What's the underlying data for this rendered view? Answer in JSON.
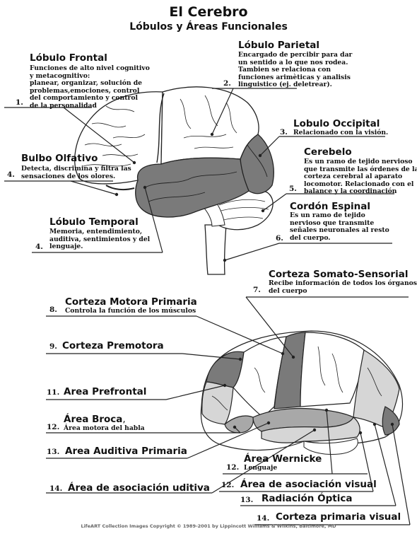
{
  "title": "El Cerebro",
  "subtitle": "Lóbulos y Áreas Funcionales",
  "top_labels": [
    {
      "num": "1.",
      "name": "Lóbulo Frontal",
      "desc": [
        "Funciones de alto nivel cognitivo",
        "y metacognitivo:",
        "planear, organizar, solución de",
        "problemas,emociones, control",
        "del comportamiento y control",
        "de la personalidad"
      ]
    },
    {
      "num": "2.",
      "name": "Lóbulo Parietal",
      "desc": [
        "Encargado de percibir para dar",
        "un sentido a lo que nos rodea.",
        "Tambien se relaciona con",
        "funciones arimèticas y analisis",
        "linguistico (ej. deletrear)."
      ]
    },
    {
      "num": "3.",
      "name": "Lobulo Occipital",
      "desc": [
        "Relacionado con la visión."
      ]
    },
    {
      "num": "4.",
      "name": "Bulbo Olfativo",
      "desc": [
        "Detecta, discrimina y filtra las",
        "sensaciones de los olores."
      ]
    },
    {
      "num": "5.",
      "name": "Cerebelo",
      "desc": [
        "Es un ramo de tejido nervioso",
        "que transmite las órdenes de la",
        "corteza cerebral al aparato",
        "locomotor. Relacionado con el",
        "balance y la coordinación"
      ]
    },
    {
      "num": "4.",
      "name": "Lóbulo Temporal",
      "desc": [
        "Memoria, entendimiento,",
        "auditiva, sentimientos y del",
        "lenguaje."
      ]
    },
    {
      "num": "6.",
      "name": "Cordón Espinal",
      "desc": [
        "Es un ramo de tejido",
        "nervioso que transmite",
        "señales neuronales al resto",
        "del cuerpo."
      ]
    }
  ],
  "bottom_labels": [
    {
      "num": "7.",
      "name": "Corteza Somato-Sensorial",
      "desc": [
        "Recibe información de todos los órganos",
        "del cuerpo"
      ]
    },
    {
      "num": "8.",
      "name": "Corteza Motora Primaria",
      "desc": [
        "Controla la función de los músculos"
      ]
    },
    {
      "num": "9.",
      "name": "Corteza Premotora"
    },
    {
      "num": "11.",
      "name": "Area Prefrontal"
    },
    {
      "num": "12.",
      "name": "Área Broca",
      "suffix": ",",
      "desc": [
        "Área motora del habla"
      ]
    },
    {
      "num": "13.",
      "name": "Area Auditiva Primaria"
    },
    {
      "num": "12.",
      "name": "Área Wernicke",
      "desc": [
        "Lenguaje"
      ]
    },
    {
      "num": "14.",
      "name": "Área de asociación uditiva"
    },
    {
      "num": "12.",
      "name": "Área de asociación visual"
    },
    {
      "num": "13.",
      "name": "Radiación Óptica"
    },
    {
      "num": "14.",
      "name": "Corteza primaria visual"
    }
  ],
  "copyright": "LifeART Collection Images Copyright © 1989-2001 by Lippincott Williams & Wilkins, Baltimore, MD",
  "colors": {
    "dark_gray": "#7a7a7a",
    "mid_gray": "#a8a8a8",
    "light_gray": "#d6d6d6",
    "white": "#ffffff",
    "ink": "#111111"
  }
}
